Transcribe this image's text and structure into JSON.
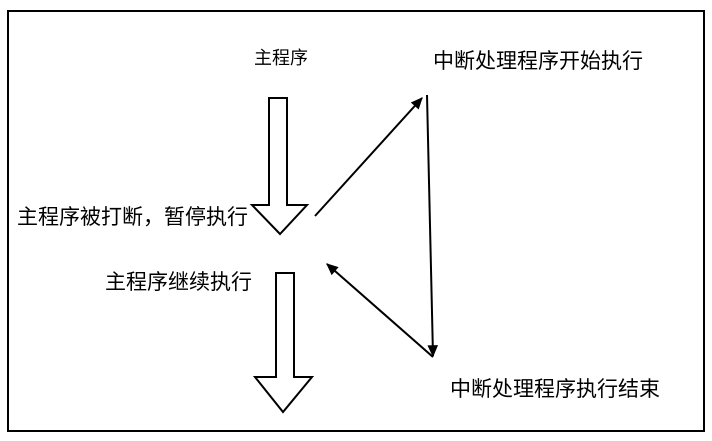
{
  "diagram": {
    "background": "#ffffff",
    "stroke_color": "#000000",
    "labels": {
      "main_program": "主程序",
      "isr_start": "中断处理程序开始执行",
      "main_interrupted": "主程序被打断，暂停执行",
      "main_resume": "主程序继续执行",
      "isr_end": "中断处理程序执行结束"
    },
    "arrows": [
      {
        "name": "main-program-flow-block-arrow",
        "type": "block-arrow",
        "direction": "down"
      },
      {
        "name": "interrupt-request-arrow",
        "type": "thin-arrow",
        "direction": "up-right"
      },
      {
        "name": "isr-execution-arrow",
        "type": "thin-arrow",
        "direction": "down"
      },
      {
        "name": "interrupt-return-arrow",
        "type": "thin-arrow",
        "direction": "up-left"
      },
      {
        "name": "main-program-resume-block-arrow",
        "type": "block-arrow",
        "direction": "down"
      }
    ]
  }
}
